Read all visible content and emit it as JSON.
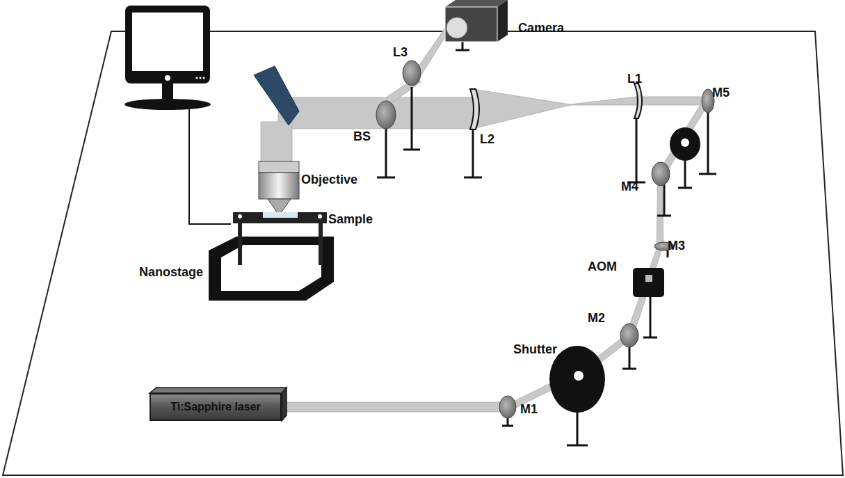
{
  "diagram": {
    "nodes": [
      {
        "text": [
          "Ti:Sapphire laser"
        ]
      }
    ],
    "labels": [
      "Camera",
      "L3",
      "L1",
      "M5",
      "BS",
      "L2",
      "Objective",
      "M4",
      "Sample",
      "M3",
      "AOM",
      "Nanostage",
      "M2",
      "Shutter",
      "M1"
    ]
  }
}
